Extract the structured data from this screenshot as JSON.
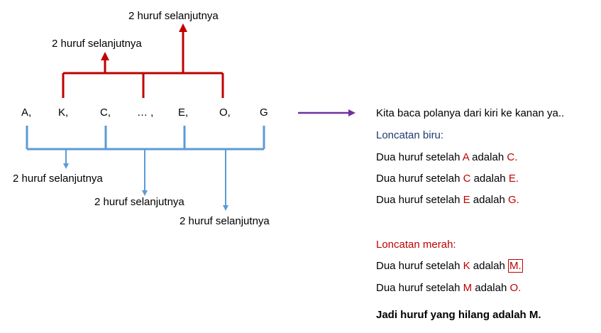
{
  "sequence": [
    "A,",
    "K,",
    "C,",
    "… ,",
    "E,",
    "O,",
    "G"
  ],
  "label_next": "2 huruf selanjutnya",
  "colors": {
    "blue": "#5b9bd5",
    "red": "#c00000",
    "purple": "#7030a0",
    "blue_heading": "#1f3b6e"
  },
  "explanation": {
    "intro": "Kita baca polanya dari kiri ke kanan ya..",
    "blue_heading": "Loncatan biru:",
    "blue_rows": [
      {
        "pre": "Dua huruf setelah ",
        "a": "A",
        "mid": " adalah ",
        "b": "C",
        "post": "."
      },
      {
        "pre": "Dua huruf setelah ",
        "a": "C",
        "mid": " adalah ",
        "b": "E",
        "post": "."
      },
      {
        "pre": "Dua huruf setelah ",
        "a": "E",
        "mid": " adalah ",
        "b": "G",
        "post": "."
      }
    ],
    "red_heading": "Loncatan merah:",
    "red_rows": [
      {
        "pre": "Dua huruf setelah ",
        "a": "K",
        "mid": " adalah ",
        "b": "M",
        "post": "."
      },
      {
        "pre": "Dua huruf setelah ",
        "a": "M",
        "mid": " adalah ",
        "b": "O",
        "post": "."
      }
    ],
    "conclusion": "Jadi huruf yang hilang adalah M."
  }
}
